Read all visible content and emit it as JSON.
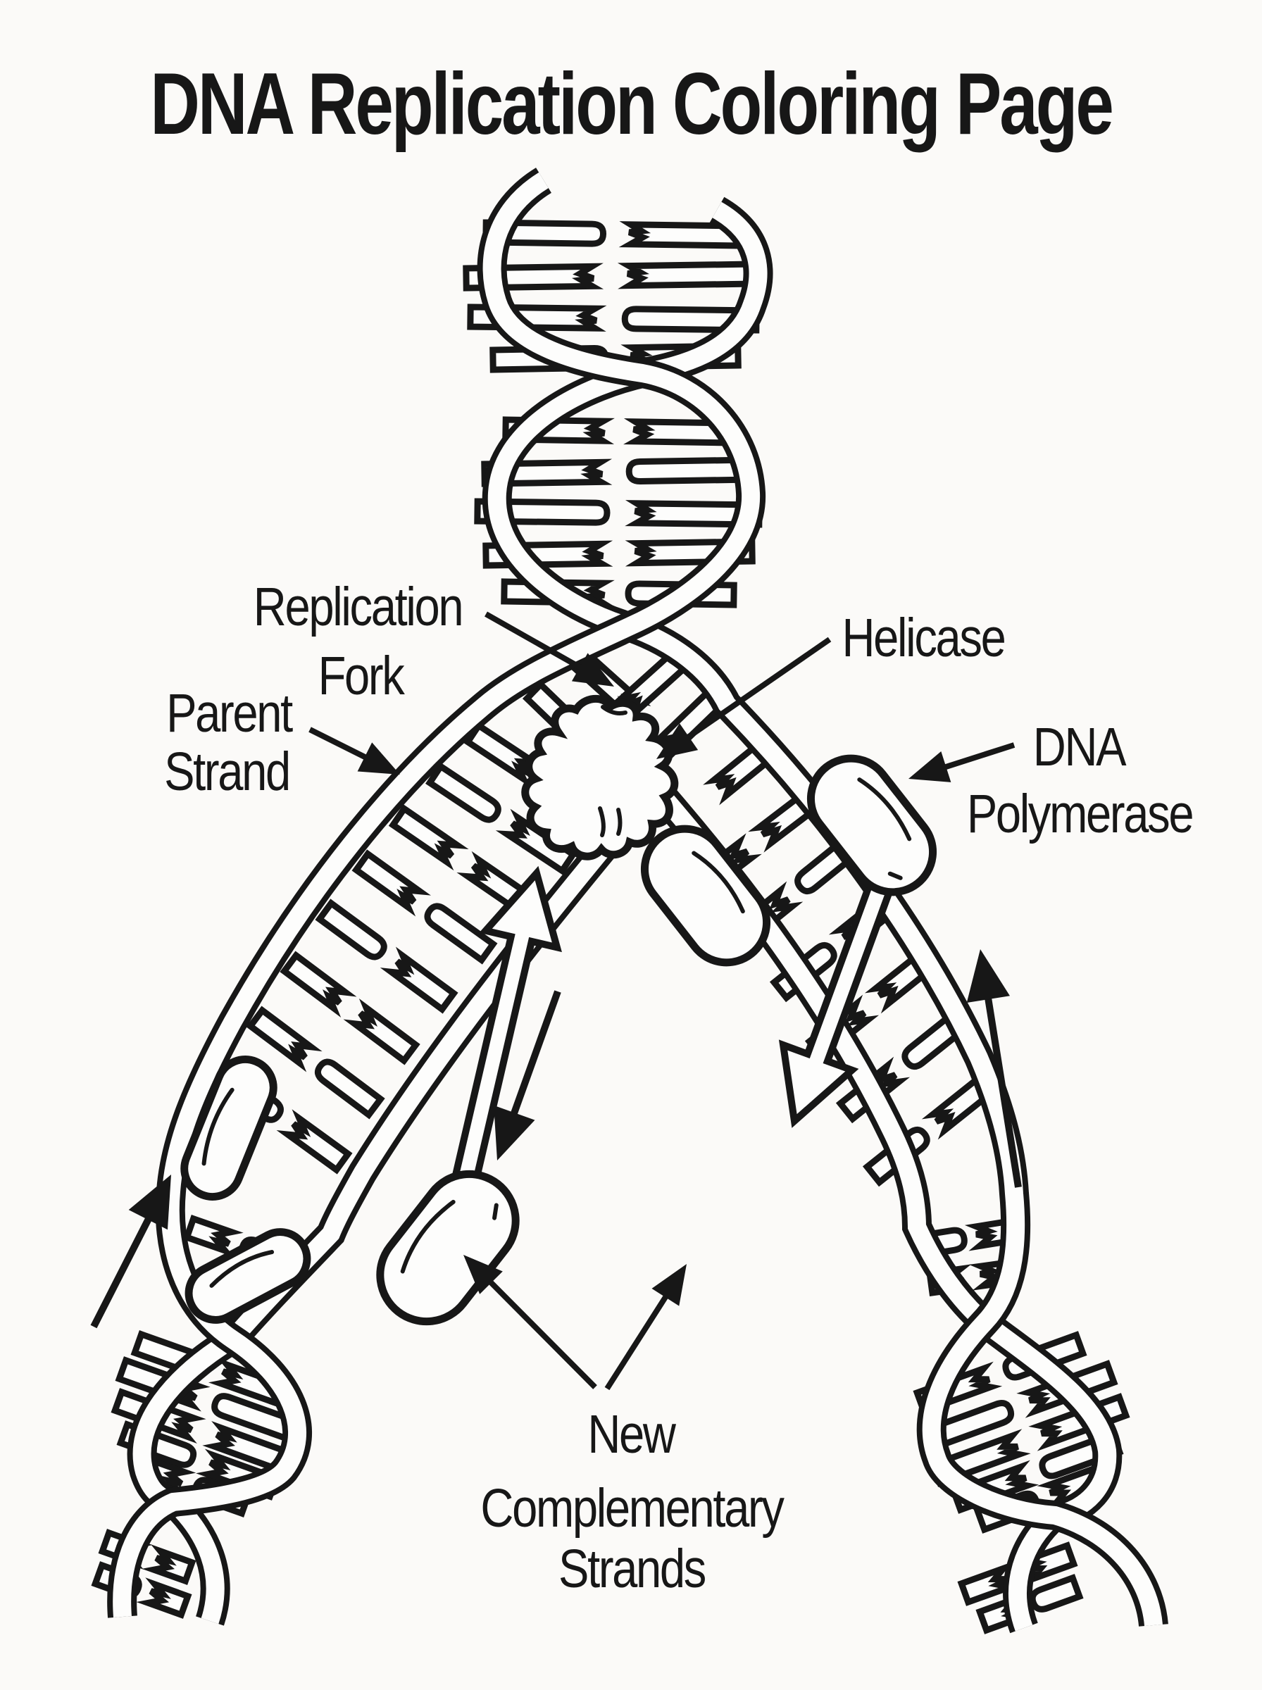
{
  "colors": {
    "background": "#fbfaf8",
    "ink": "#171717",
    "fill_white": "#fdfdfc"
  },
  "title": "DNA Replication Coloring Page",
  "labels": {
    "replication_fork": {
      "line1": "Replication",
      "line2": "Fork"
    },
    "helicase": "Helicase",
    "parent_strand": {
      "line1": "Parent",
      "line2": "Strand"
    },
    "dna_polymerase": {
      "line1": "DNA",
      "line2": "Polymerase"
    },
    "new_complementary_strands": {
      "line1": "New",
      "line2": "Complementary",
      "line3": "Strands"
    }
  }
}
